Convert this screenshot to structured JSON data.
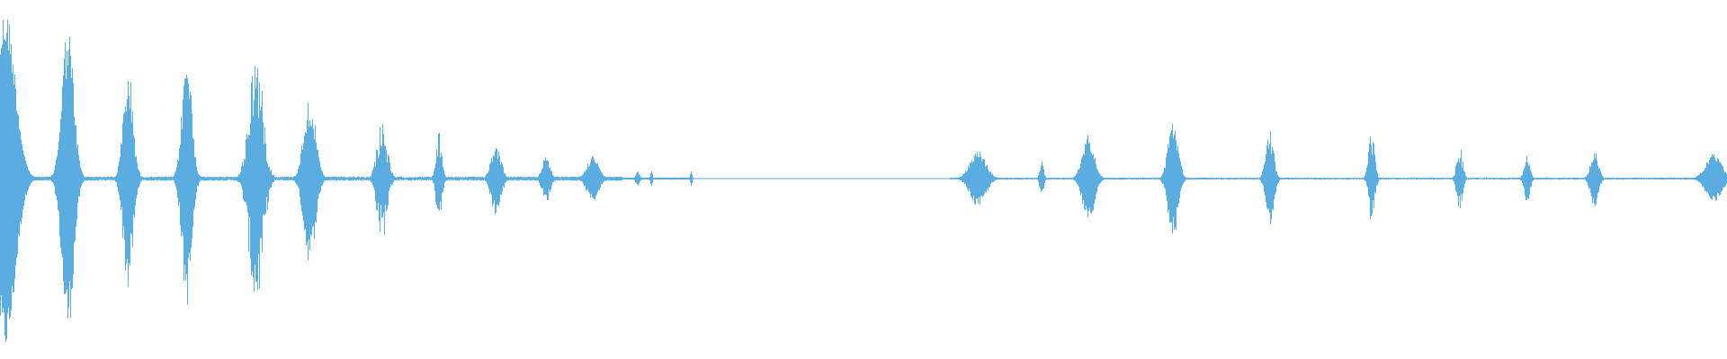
{
  "waveform": {
    "color": "#5aade0",
    "background": "#ffffff",
    "bursts": [
      {
        "time": 0.003,
        "amplitude": 0.96,
        "width": 0.01,
        "jag": 0.25
      },
      {
        "time": 0.039,
        "amplitude": 0.88,
        "width": 0.006,
        "jag": 0.35
      },
      {
        "time": 0.074,
        "amplitude": 0.64,
        "width": 0.005,
        "jag": 0.45
      },
      {
        "time": 0.108,
        "amplitude": 0.72,
        "width": 0.005,
        "jag": 0.4
      },
      {
        "time": 0.148,
        "amplitude": 0.75,
        "width": 0.007,
        "jag": 0.55
      },
      {
        "time": 0.179,
        "amplitude": 0.48,
        "width": 0.006,
        "jag": 0.4
      },
      {
        "time": 0.221,
        "amplitude": 0.36,
        "width": 0.005,
        "jag": 0.6
      },
      {
        "time": 0.254,
        "amplitude": 0.26,
        "width": 0.003,
        "jag": 0.55
      },
      {
        "time": 0.287,
        "amplitude": 0.21,
        "width": 0.005,
        "jag": 0.45
      },
      {
        "time": 0.316,
        "amplitude": 0.14,
        "width": 0.004,
        "jag": 0.45
      },
      {
        "time": 0.343,
        "amplitude": 0.13,
        "width": 0.006,
        "jag": 0.35
      },
      {
        "time": 0.369,
        "amplitude": 0.04,
        "width": 0.002,
        "jag": 0.2
      },
      {
        "time": 0.377,
        "amplitude": 0.05,
        "width": 0.001,
        "jag": 0.2
      },
      {
        "time": 0.4,
        "amplitude": 0.04,
        "width": 0.001,
        "jag": 0.2
      },
      {
        "time": 0.566,
        "amplitude": 0.16,
        "width": 0.008,
        "jag": 0.35
      },
      {
        "time": 0.603,
        "amplitude": 0.1,
        "width": 0.002,
        "jag": 0.4
      },
      {
        "time": 0.63,
        "amplitude": 0.25,
        "width": 0.006,
        "jag": 0.35
      },
      {
        "time": 0.679,
        "amplitude": 0.35,
        "width": 0.005,
        "jag": 0.4
      },
      {
        "time": 0.735,
        "amplitude": 0.27,
        "width": 0.004,
        "jag": 0.45
      },
      {
        "time": 0.794,
        "amplitude": 0.27,
        "width": 0.003,
        "jag": 0.55
      },
      {
        "time": 0.845,
        "amplitude": 0.19,
        "width": 0.003,
        "jag": 0.55
      },
      {
        "time": 0.884,
        "amplitude": 0.14,
        "width": 0.003,
        "jag": 0.45
      },
      {
        "time": 0.923,
        "amplitude": 0.16,
        "width": 0.004,
        "jag": 0.4
      },
      {
        "time": 0.992,
        "amplitude": 0.14,
        "width": 0.008,
        "jag": 0.35
      }
    ]
  }
}
